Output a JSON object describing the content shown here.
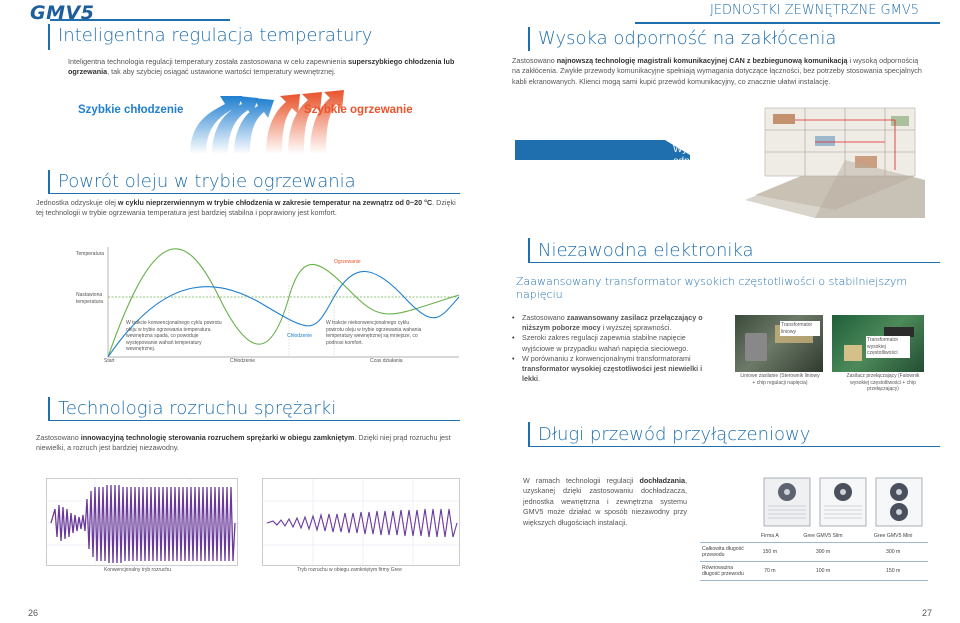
{
  "logo": {
    "text": "GMV5"
  },
  "header_right": "JEDNOSTKI ZEWNĘTRZNE GMV5",
  "colors": {
    "accent": "#1f6fae",
    "cool": "#1f7fd0",
    "heat": "#e8542c",
    "purple": "#6a3a9a"
  },
  "s1": {
    "title": "Inteligentna regulacja temperatury",
    "p_a": "Inteligentna technologia regulacji temperatury została zastosowana w celu zapewnienia ",
    "p_b": "superszybkiego chłodzenia lub ogrzewania",
    "p_c": ", tak aby szybciej osiągać ustawione wartości temperatury wewnętrznej.",
    "cool_label": "Szybkie chłodzenie",
    "heat_label": "Szybkie ogrzewanie"
  },
  "s2": {
    "title": "Wysoka odporność na zakłócenia",
    "p_a": "Zastosowano ",
    "p_b": "najnowszą technologię magistrali komunikacyjnej CAN z bezbiegunową komunikacją",
    "p_c": " i wysoką odpornością na zakłócenia. Zwykłe przewody komunikacyjne spełniają wymagania dotyczące łączności, bez potrzeby stosowania specjalnych kabli ekranowanych. Klienci mogą sami kupić przewód komunikacyjny, co znacznie ułatwi instalację.",
    "badge": "Wysoka odporność na zakłócenia"
  },
  "s3": {
    "title": "Powrót oleju w trybie ogrzewania",
    "p_a": "Jednostka odzyskuje olej ",
    "p_b": "w cyklu nieprzerwiennym w trybie chłodzenia w zakresie temperatur na zewnątrz od 0~20 °C",
    "p_c": ". Dzięki tej technologii w trybie ogrzewania temperatura jest bardziej stabilna i poprawiony jest komfort.",
    "chart": {
      "y_label": "Temperatura",
      "set_label": "Nastawiona temperatura",
      "heating_label": "Ogrzewanie",
      "cooling_label": "Chłodzenie",
      "note_left": "W trakcie konwencjonalnego cyklu powrotu oleju w trybie ogrzewania temperatura wewnętrzna spada, co powoduje występowanie wahań temperatury wewnętrznej.",
      "note_right": "W trakcie niekonwencjonalnego cyklu powrotu oleju w trybie ogrzewania wahania temperatury wewnętrznej są mniejsze, co podnosi komfort.",
      "x_start": "Start",
      "x_mid": "Chłodzenie",
      "x_end": "Czas działania"
    }
  },
  "s4": {
    "title": "Technologia rozruchu sprężarki",
    "p_a": "Zastosowano ",
    "p_b": "innowacyjną technologię sterowania rozruchem sprężarki w obiegu zamkniętym",
    "p_c": ". Dzięki niej prąd rozruchu jest niewielki, a rozruch jest bardziej niezawodny.",
    "cap_left": "Konwencjonalny tryb rozruchu",
    "cap_right": "Tryb rozruchu w obiegu zamkniętym firmy Gree"
  },
  "s5": {
    "title": "Niezawodna elektronika",
    "subtitle": "Zaawansowany transformator wysokich częstotliwości o stabilniejszym napięciu",
    "b1_a": "Zastosowano ",
    "b1_b": "zaawansowany zasilacz przełączający o niższym poborze mocy",
    "b1_c": " i wyższej sprawności.",
    "b2": "Szeroki zakres regulacji zapewnia stabilne napięcie wyjściowe w przypadku wahań napięcia sieciowego.",
    "b3_a": "W porównaniu z konwencjonalnymi transformatorami ",
    "b3_b": "transformator wysokiej częstotliwości jest niewielki i lekki",
    "b3_c": ".",
    "photo1_label": "Transformator liniowy",
    "photo1_caption": "Liniowe zasilanie (Sterownik liniowy + chip regulacji napięcia)",
    "photo2_label": "Transformator wysokiej częstotliwości",
    "photo2_caption": "Zasilacz przełączający (Falownik wysokiej częstotliwości + chip przełączający)"
  },
  "s6": {
    "title": "Długi przewód przyłączeniowy",
    "p_a": "W ramach technologii regulacji ",
    "p_b": "dochładzania",
    "p_c": ", uzyskanej dzięki zastosowaniu dochładzacza, jednostka wewnętrzna i zewnętrzna systemu GMV5 może działać w sposób niezawodny przy większych długościach instalacji.",
    "table": {
      "headers": [
        "Firma A",
        "Gree GMV5 Slim",
        "Gree GMV5 Mini"
      ],
      "rows": [
        {
          "label": "Całkowita długość przewodu",
          "values": [
            "150 m",
            "300 m",
            "300 m"
          ]
        },
        {
          "label": "Równoważna długość przewodu",
          "values": [
            "70 m",
            "100 m",
            "150 m"
          ]
        }
      ]
    }
  },
  "page_left": "26",
  "page_right": "27"
}
